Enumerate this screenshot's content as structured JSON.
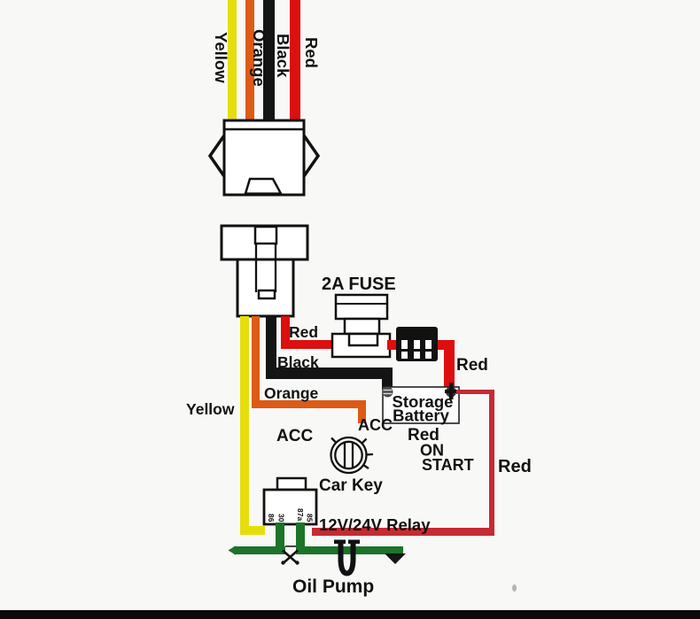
{
  "colors": {
    "background": "#f8f8f7",
    "yellow": "#e6de0b",
    "orange": "#dd5a17",
    "wire_black": "#141414",
    "red": "#dd0f0f",
    "red_thin": "#c52b32",
    "green": "#1c7329",
    "footer_bar": "#0b0b0b"
  },
  "labels": {
    "wire_yellow": "Yellow",
    "wire_orange": "Orange",
    "wire_black": "Black",
    "wire_red": "Red",
    "fuse": "2A FUSE",
    "red_fuse_wire": "Red",
    "black_wire": "Black",
    "orange_wire": "Orange",
    "yellow_wire": "Yellow",
    "red_battery_wire": "Red",
    "battery_line1": "Storage",
    "battery_line2": "Battery",
    "acc_position": "ACC",
    "acc_wire_end": "ACC",
    "red_ignition": "Red",
    "ignition_on": "ON",
    "ignition_start": "START",
    "red_relay_wire": "Red",
    "car_key": "Car Key",
    "relay": "12V/24V Relay",
    "oil_pump": "Oil Pump",
    "relay_pin_86": "86",
    "relay_pin_30": "30",
    "relay_pin_87a": "87a",
    "relay_pin_85": "85"
  }
}
